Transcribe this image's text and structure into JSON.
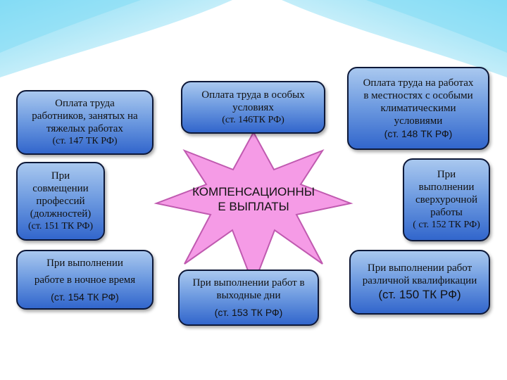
{
  "colors": {
    "box_top": "#a9c8ef",
    "box_bottom": "#3266cc",
    "box_border": "#0d1838",
    "star_fill": "#f59be6",
    "star_stroke": "#c05ab0",
    "bg_glow": "#5fd0f0"
  },
  "center": {
    "line1": "КОМПЕНСАЦИОННЫ",
    "line2": "Е ВЫПЛАТЫ"
  },
  "boxes": {
    "heavy_work": {
      "line1": "Оплата труда",
      "line2": "работников, занятых на",
      "line3": "тяжелых работах",
      "ref": "(ст. 147 ТК РФ)"
    },
    "special_conditions": {
      "line1": "Оплата труда в особых",
      "line2": "условиях",
      "ref": "(ст. 146ТК РФ)"
    },
    "climate": {
      "line1": "Оплата труда на работах",
      "line2": "в местностях с особыми",
      "line3": "климатическими",
      "line4": "условиями",
      "ref": "(ст. 148 ТК РФ)"
    },
    "combining": {
      "line1": "При",
      "line2": "совмещении",
      "line3": "профессий",
      "line4": "(должностей)",
      "ref": "(ст. 151 ТК РФ)"
    },
    "overtime": {
      "line1": "При",
      "line2": "выполнении",
      "line3": "сверхурочной",
      "line4": "работы",
      "ref": "( ст. 152 ТК РФ)"
    },
    "night": {
      "line1": "При выполнении",
      "line2": "работе в ночное время",
      "ref": "(ст. 154 ТК РФ)"
    },
    "weekend": {
      "line1": "При выполнении работ в",
      "line2": "выходные дни",
      "ref": "(ст. 153 ТК РФ)"
    },
    "qualification": {
      "line1": "При выполнении работ",
      "line2": "различной квалификации",
      "ref": "(ст. 150 ТК РФ)"
    }
  }
}
